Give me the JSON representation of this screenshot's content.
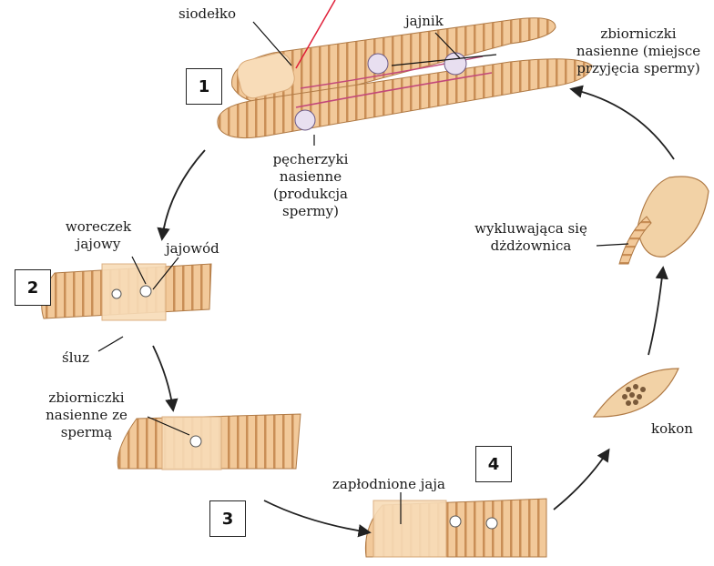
{
  "stage_numbers": [
    "1",
    "2",
    "3",
    "4"
  ],
  "labels": {
    "siodelko": "siodełko",
    "jajnik": "jajnik",
    "zbiorniczki_top": [
      "zbiorniczki",
      "nasienne (miejsce",
      "przyjęcia spermy)"
    ],
    "pecherzyki": [
      "pęcherzyki",
      "nasienne",
      "(produkcja",
      "spermy)"
    ],
    "woreczek": [
      "woreczek",
      "jajowy"
    ],
    "jajowod": "jajowód",
    "sluz": "śluz",
    "zbiorniczki_mid": [
      "zbiorniczki",
      "nasienne ze",
      "spermą"
    ],
    "zaplodnione": "zapłodnione jaja",
    "kokon": "kokon",
    "wykluwajaca": [
      "wykluwająca się",
      "dżdżownica"
    ]
  },
  "colors": {
    "worm_fill": "#f2c99a",
    "worm_ring": "#c98e56",
    "clitellum": "#f8dcb8",
    "accent_line": "#e0203a",
    "arrow": "#222222"
  }
}
